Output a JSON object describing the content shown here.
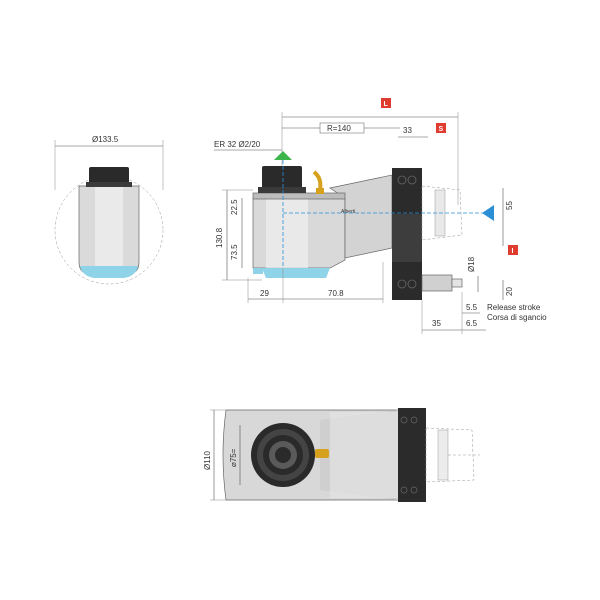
{
  "colors": {
    "badge_red": "#e03b2f",
    "coolant_blue": "#8fd3e8",
    "body_grey": "#d9d9d9",
    "dark_part": "#2a2a2a",
    "brass": "#d6a21e",
    "arrow_green": "#3cb54a",
    "arrow_blue": "#2b8fd6"
  },
  "badges": {
    "L": "L",
    "S": "S",
    "I": "I"
  },
  "dims": {
    "d133": "Ø133.5",
    "r140": "R=140",
    "d33": "33",
    "er32": "ER 32 Ø2/20",
    "d22": "22.5",
    "d130": "130.8",
    "d73": "73.5",
    "d29": "29",
    "d70": "70.8",
    "d55": "55",
    "d18": "Ø18",
    "d20": "20",
    "d5_5": "5.5",
    "d6_5": "6.5",
    "d35": "35",
    "release_en": "Release stroke",
    "release_it": "Corsa di sgancio",
    "d110": "Ø110",
    "d75": "⌀75=",
    "brand": "Alberti"
  }
}
